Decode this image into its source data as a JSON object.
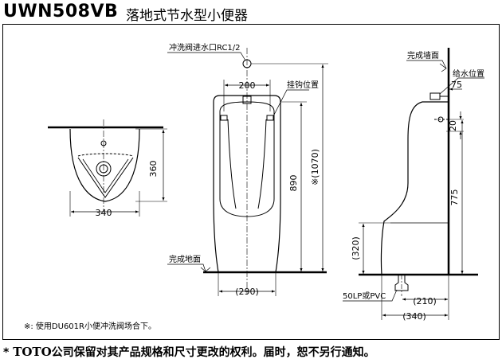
{
  "header": {
    "model": "UWN508VB",
    "title": "落地式节水型小便器"
  },
  "labels": {
    "flush_valve": "冲洗阀进水口RC1/2",
    "hook_position": "挂钩位置",
    "finished_wall": "完成墙面",
    "water_supply": "给水位置",
    "finished_floor": "完成地面",
    "drain": "50LP或PVC"
  },
  "dimensions": {
    "top_width": "340",
    "top_depth": "360",
    "hook_spacing": "200",
    "height_890": "890",
    "height_1070": "※(1070)",
    "base_width": "(290)",
    "wall_75": "75",
    "wall_20": "20",
    "height_775": "775",
    "height_320": "(320)",
    "depth_210": "(210)",
    "depth_340": "(340)"
  },
  "note": "※: 使用DU601R小便冲洗阀场合下。",
  "footer": {
    "prefix": "* ",
    "brand": "TOTO",
    "text": "公司保留对其产品规格和尺寸更改的权利。届时，恕不另行通知。"
  }
}
